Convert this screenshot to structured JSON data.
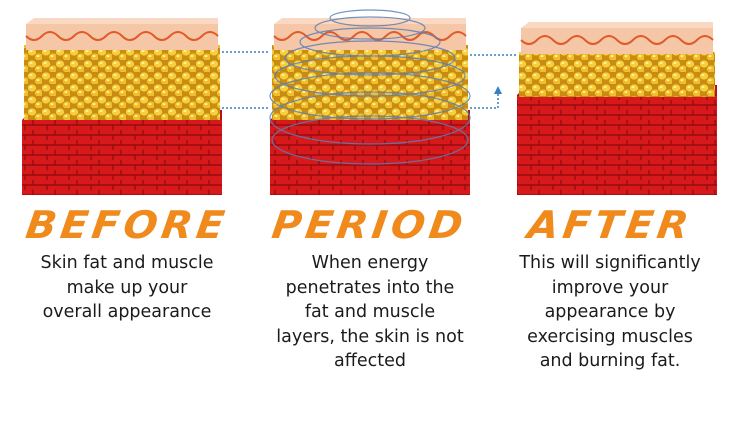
{
  "panels": [
    {
      "title": "BEFORE",
      "lines": [
        "Skin fat and muscle",
        "make up your",
        "overall appearance"
      ]
    },
    {
      "title": "PERIOD",
      "lines": [
        "When energy",
        "penetrates into the",
        "fat and muscle",
        "layers, the skin is not",
        "affected"
      ]
    },
    {
      "title": "AFTER",
      "lines": [
        "This will significantly",
        "improve your",
        "appearance by",
        "exercising muscles",
        "and burning fat."
      ]
    }
  ],
  "colors": {
    "title_orange": "#f08a1c",
    "skin": "#f5c7a7",
    "skin_top": "#f9d9c3",
    "fat": "#f2c430",
    "muscle": "#d8191b",
    "guide_line": "#3a7fc1",
    "energy_wave": "#5b7fb8"
  }
}
